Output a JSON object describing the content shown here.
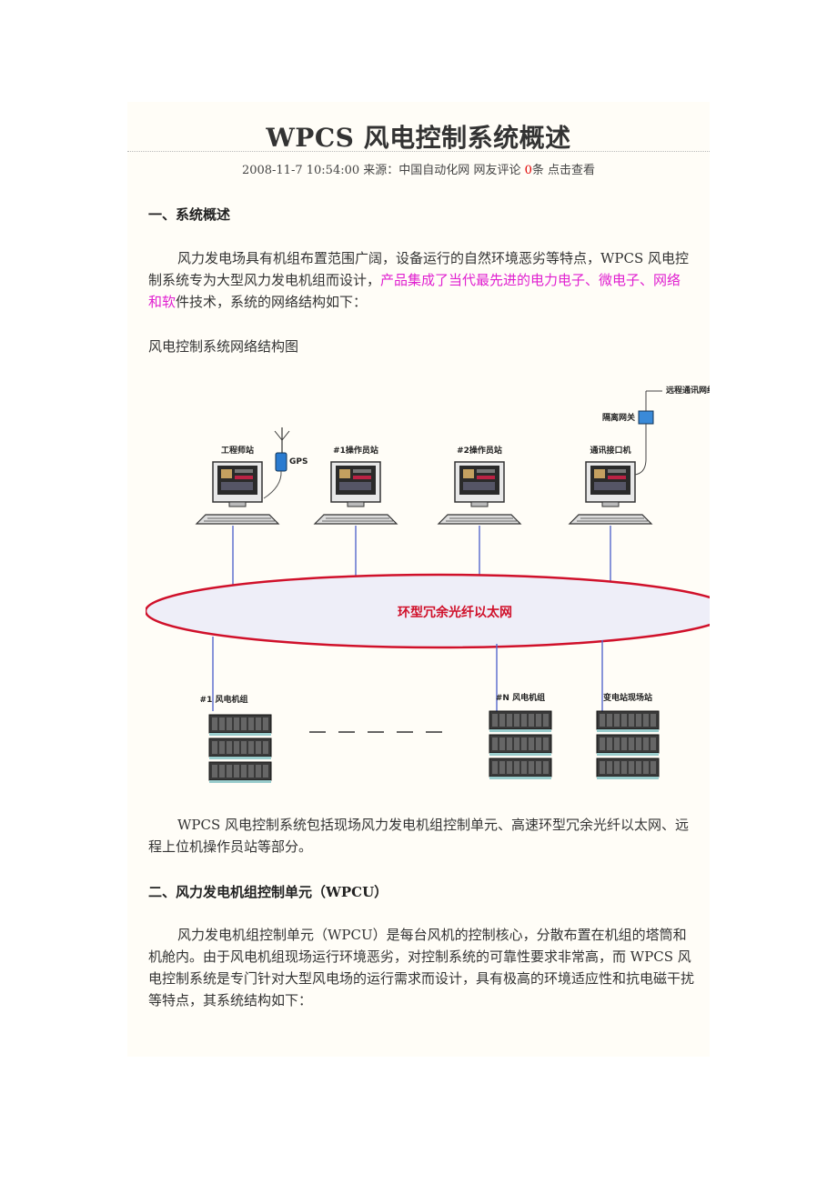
{
  "article": {
    "title": "WPCS 风电控制系统概述",
    "meta": {
      "datetime": "2008-11-7 10:54:00",
      "source_label": "来源：中国自动化网",
      "comment_label": "网友评论",
      "comment_count": "0",
      "comment_unit": "条",
      "view_link": "点击查看"
    },
    "section1": {
      "heading": "一、系统概述",
      "para1_part1": "风力发电场具有机组布置范围广阔，设备运行的自然环境恶劣等特点，WPCS 风电控制系统专为大型风力发电机组而设计，",
      "para1_highlight": "产品集成了当代最先进的电力电子、微电子、网络和软",
      "para1_part2": "件技术，系统的网络结构如下：",
      "caption": "风电控制系统网络结构图"
    },
    "diagram": {
      "top_nodes": [
        {
          "label": "工程师站"
        },
        {
          "label": "#1操作员站"
        },
        {
          "label": "#2操作员站"
        },
        {
          "label": "通讯接口机"
        }
      ],
      "gps_label": "GPS",
      "gateway_label": "隔离网关",
      "remote_label": "远程通讯网络",
      "ring_label": "环型冗余光纤以太网",
      "bottom_nodes": [
        {
          "label": "#1 风电机组"
        },
        {
          "label": "#N 风电机组"
        },
        {
          "label": "变电站现场站"
        }
      ]
    },
    "para2": "WPCS 风电控制系统包括现场风力发电机组控制单元、高速环型冗余光纤以太网、远程上位机操作员站等部分。",
    "section2": {
      "heading": "二、风力发电机组控制单元（WPCU）",
      "para": "风力发电机组控制单元（WPCU）是每台风机的控制核心，分散布置在机组的塔筒和机舱内。由于风电机组现场运行环境恶劣，对控制系统的可靠性要求非常高，而 WPCS 风电控制系统是专门针对大型风电场的运行需求而设计，具有极高的环境适应性和抗电磁干扰等特点，其系统结构如下："
    }
  }
}
